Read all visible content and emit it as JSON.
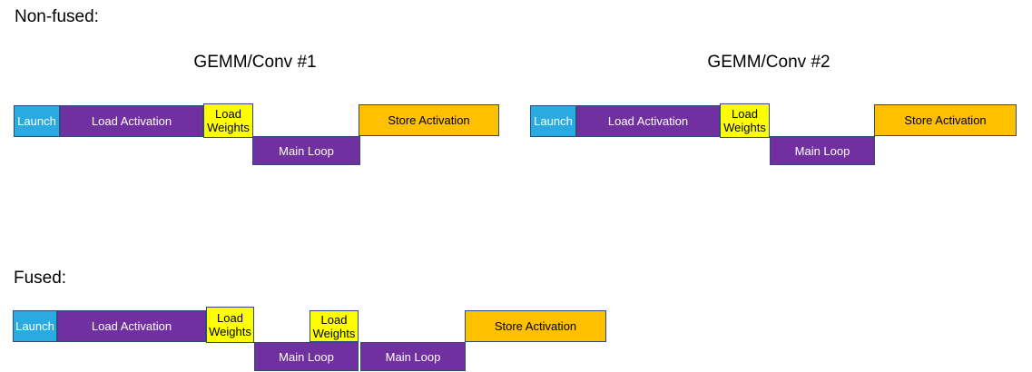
{
  "diagram": {
    "non_fused": {
      "label": "Non-fused:",
      "groups": [
        {
          "title": "GEMM/Conv #1",
          "blocks": [
            {
              "name": "launch",
              "label": "Launch"
            },
            {
              "name": "load-activation",
              "label": "Load Activation"
            },
            {
              "name": "load-weights",
              "label": "Load Weights"
            },
            {
              "name": "main-loop",
              "label": "Main Loop"
            },
            {
              "name": "store-activation",
              "label": "Store Activation"
            }
          ]
        },
        {
          "title": "GEMM/Conv #2",
          "blocks": [
            {
              "name": "launch",
              "label": "Launch"
            },
            {
              "name": "load-activation",
              "label": "Load Activation"
            },
            {
              "name": "load-weights",
              "label": "Load Weights"
            },
            {
              "name": "main-loop",
              "label": "Main Loop"
            },
            {
              "name": "store-activation",
              "label": "Store Activation"
            }
          ]
        }
      ]
    },
    "fused": {
      "label": "Fused:",
      "blocks": [
        {
          "name": "launch",
          "label": "Launch"
        },
        {
          "name": "load-activation",
          "label": "Load Activation"
        },
        {
          "name": "load-weights-1",
          "label": "Load Weights"
        },
        {
          "name": "main-loop-1",
          "label": "Main Loop"
        },
        {
          "name": "load-weights-2",
          "label": "Load Weights"
        },
        {
          "name": "main-loop-2",
          "label": "Main Loop"
        },
        {
          "name": "store-activation",
          "label": "Store Activation"
        }
      ]
    }
  },
  "colors": {
    "launch": "#29ABE2",
    "load": "#7030A0",
    "weights": "#FFFF00",
    "store": "#FFC000",
    "border": "#2E4B7C",
    "background": "#FFFFFF",
    "text_light": "#FFFFFF",
    "text_dark": "#000000"
  }
}
